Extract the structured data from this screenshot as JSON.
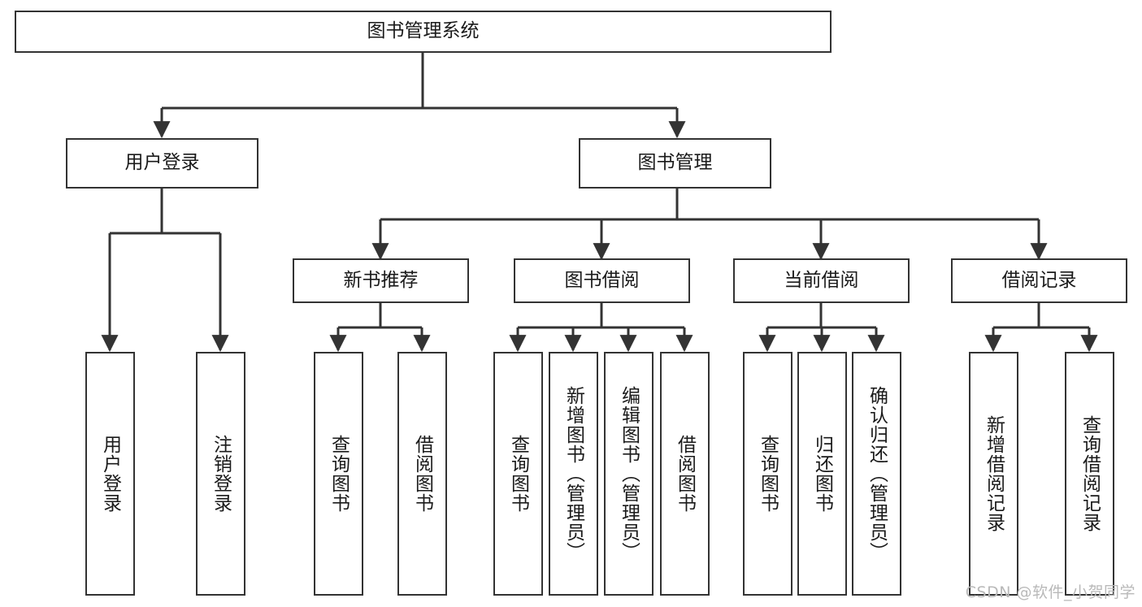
{
  "diagram": {
    "title": "图书管理系统",
    "type": "tree-hierarchy-flowchart",
    "style": {
      "box_border_color": "#333333",
      "box_fill_color": "#ffffff",
      "line_color": "#333333",
      "text_color": "#1a1a1a",
      "background": "#ffffff",
      "watermark_color": "#b9b9b9"
    },
    "root": {
      "id": "root",
      "label": "图书管理系统"
    },
    "level2": [
      {
        "id": "user-login",
        "label": "用户登录"
      },
      {
        "id": "book-management",
        "label": "图书管理"
      }
    ],
    "level3": [
      {
        "id": "new-book-recommend",
        "label": "新书推荐",
        "parent": "book-management"
      },
      {
        "id": "book-borrow",
        "label": "图书借阅",
        "parent": "book-management"
      },
      {
        "id": "current-borrow",
        "label": "当前借阅",
        "parent": "book-management"
      },
      {
        "id": "borrow-record",
        "label": "借阅记录",
        "parent": "book-management"
      }
    ],
    "leaves": [
      {
        "id": "leaf-user-login",
        "label": "用户登录",
        "parent": "user-login"
      },
      {
        "id": "leaf-logout-login",
        "label": "注销登录",
        "parent": "user-login"
      },
      {
        "id": "leaf-query-book-1",
        "label": "查询图书",
        "parent": "new-book-recommend"
      },
      {
        "id": "leaf-borrow-book-1",
        "label": "借阅图书",
        "parent": "new-book-recommend"
      },
      {
        "id": "leaf-query-book-2",
        "label": "查询图书",
        "parent": "book-borrow"
      },
      {
        "id": "leaf-add-book",
        "label": "新增图书（管理员）",
        "parent": "book-borrow"
      },
      {
        "id": "leaf-edit-book",
        "label": "编辑图书（管理员）",
        "parent": "book-borrow"
      },
      {
        "id": "leaf-borrow-book-2",
        "label": "借阅图书",
        "parent": "book-borrow"
      },
      {
        "id": "leaf-query-book-3",
        "label": "查询图书",
        "parent": "current-borrow"
      },
      {
        "id": "leaf-return-book",
        "label": "归还图书",
        "parent": "current-borrow"
      },
      {
        "id": "leaf-confirm-return",
        "label": "确认归还（管理员）",
        "parent": "current-borrow"
      },
      {
        "id": "leaf-add-record",
        "label": "新增借阅记录",
        "parent": "borrow-record"
      },
      {
        "id": "leaf-query-record",
        "label": "查询借阅记录",
        "parent": "borrow-record"
      }
    ]
  },
  "watermark": {
    "text": "CSDN @软件_小贺同学"
  }
}
